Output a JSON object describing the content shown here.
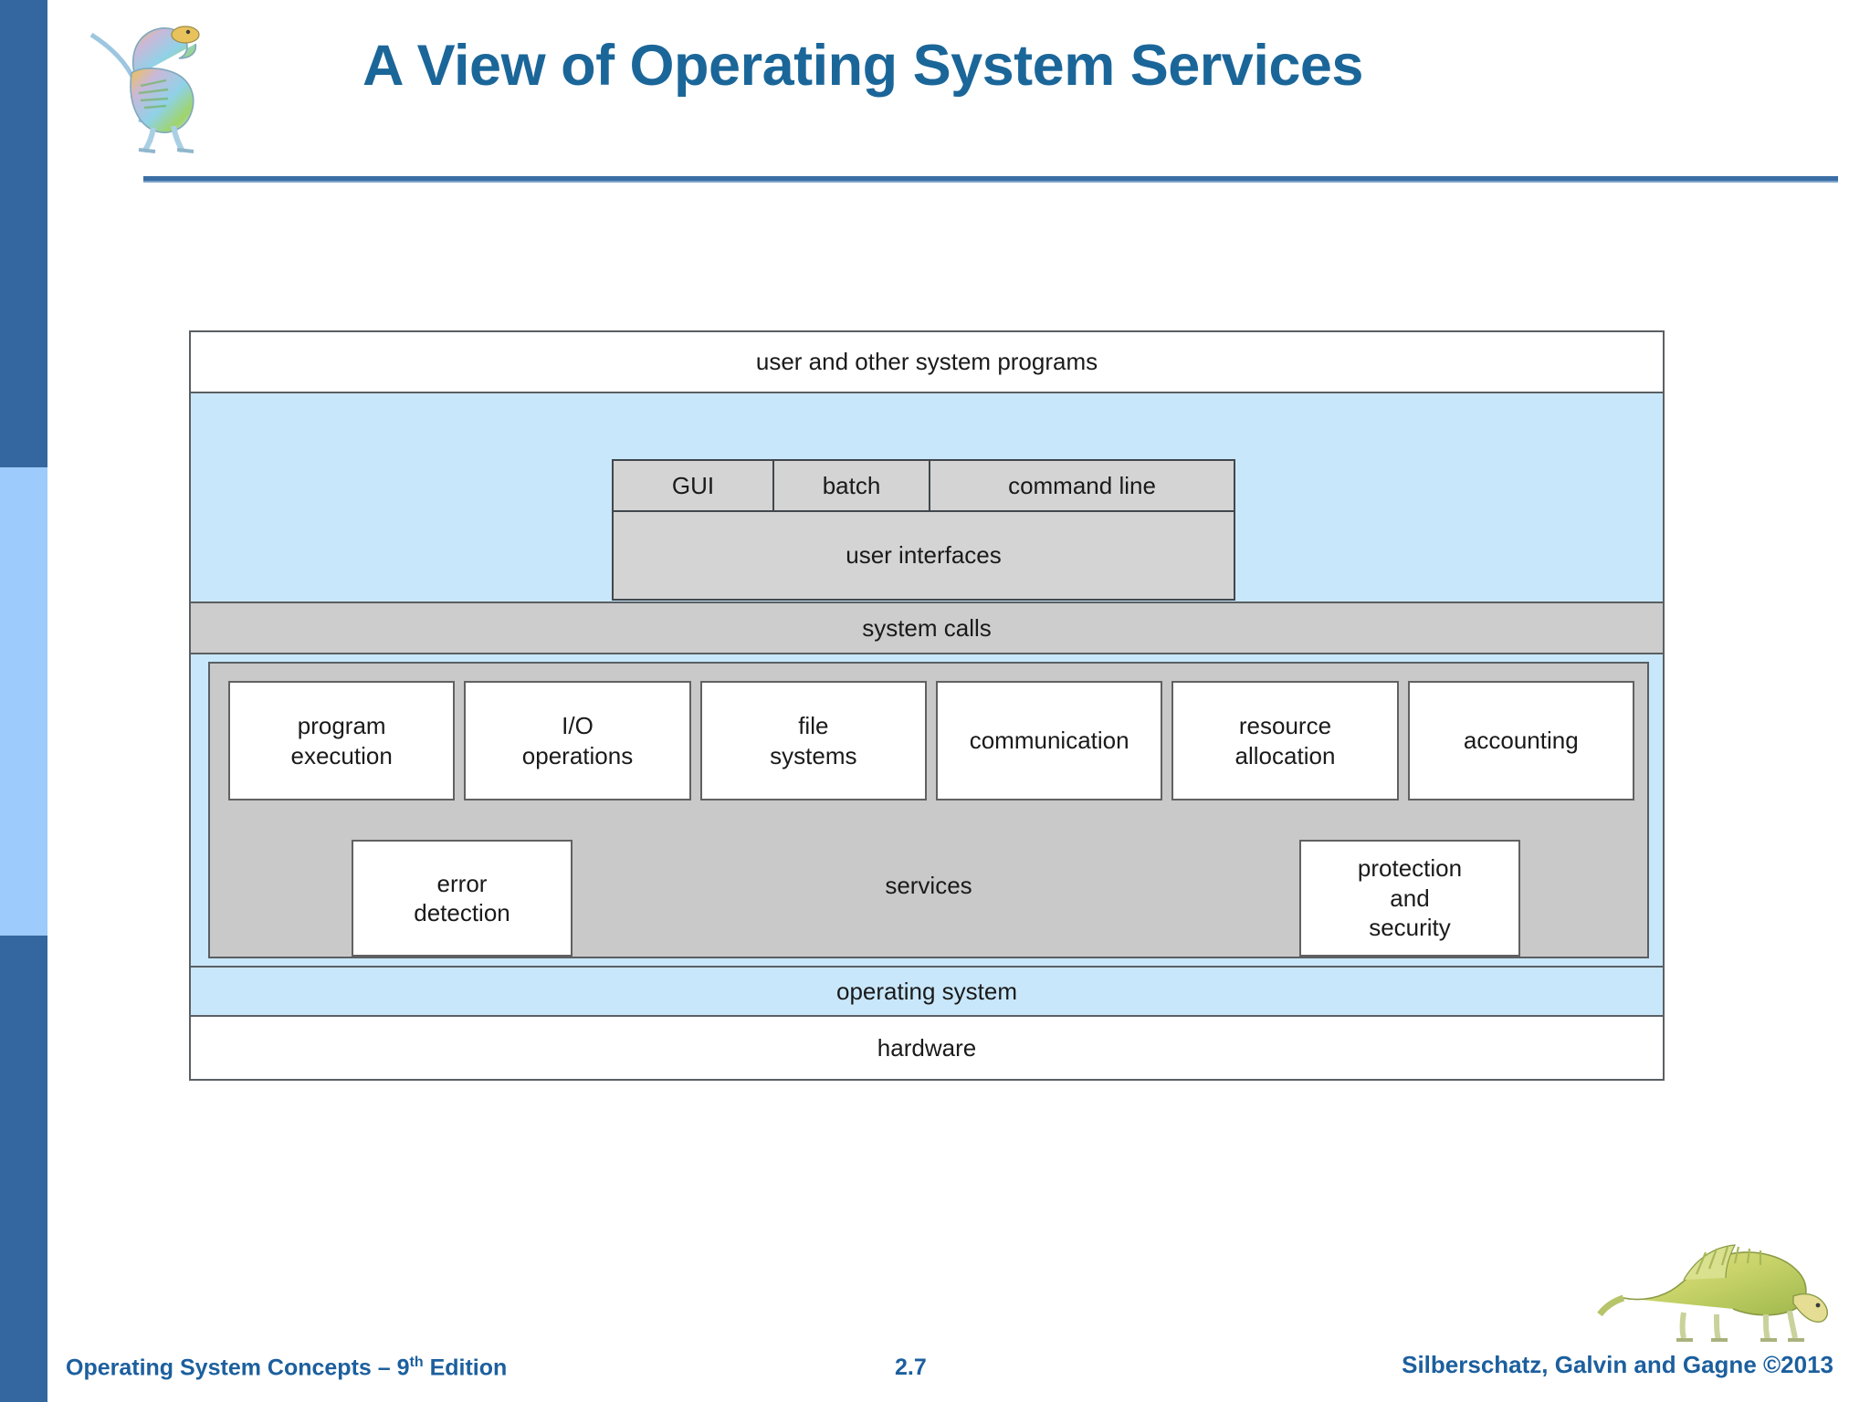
{
  "slide": {
    "title": "A View of Operating System Services",
    "logo_icon": "dinosaur-icon"
  },
  "diagram": {
    "layers": {
      "user_programs": "user and other system programs",
      "system_calls": "system calls",
      "operating_system": "operating system",
      "hardware": "hardware"
    },
    "user_interfaces": {
      "cells": [
        {
          "label": "GUI"
        },
        {
          "label": "batch"
        },
        {
          "label": "command line"
        }
      ],
      "group_label": "user interfaces"
    },
    "services": {
      "label": "services",
      "row": [
        {
          "line1": "program",
          "line2": "execution"
        },
        {
          "line1": "I/O",
          "line2": "operations"
        },
        {
          "line1": "file",
          "line2": "systems"
        },
        {
          "line1": "communication",
          "line2": ""
        },
        {
          "line1": "resource",
          "line2": "allocation"
        },
        {
          "line1": "accounting",
          "line2": ""
        }
      ],
      "error_detection": {
        "line1": "error",
        "line2": "detection"
      },
      "protection": {
        "line1": "protection",
        "line2": "and",
        "line3": "security"
      }
    }
  },
  "footer": {
    "left_prefix": "Operating System Concepts – 9",
    "left_sup": "th",
    "left_suffix": " Edition",
    "page_number": "2.7",
    "right": "Silberschatz, Galvin and Gagne ©2013",
    "dino_icon": "dinosaur-icon"
  },
  "colors": {
    "title_blue": "#1b6699",
    "sidebar_dark": "#34679f",
    "sidebar_light": "#9ccbfc",
    "layer_blue": "#c9e7fb",
    "layer_grey": "#cdcdcd",
    "services_grey": "#c9c9c9",
    "ui_grey": "#d4d4d4"
  }
}
